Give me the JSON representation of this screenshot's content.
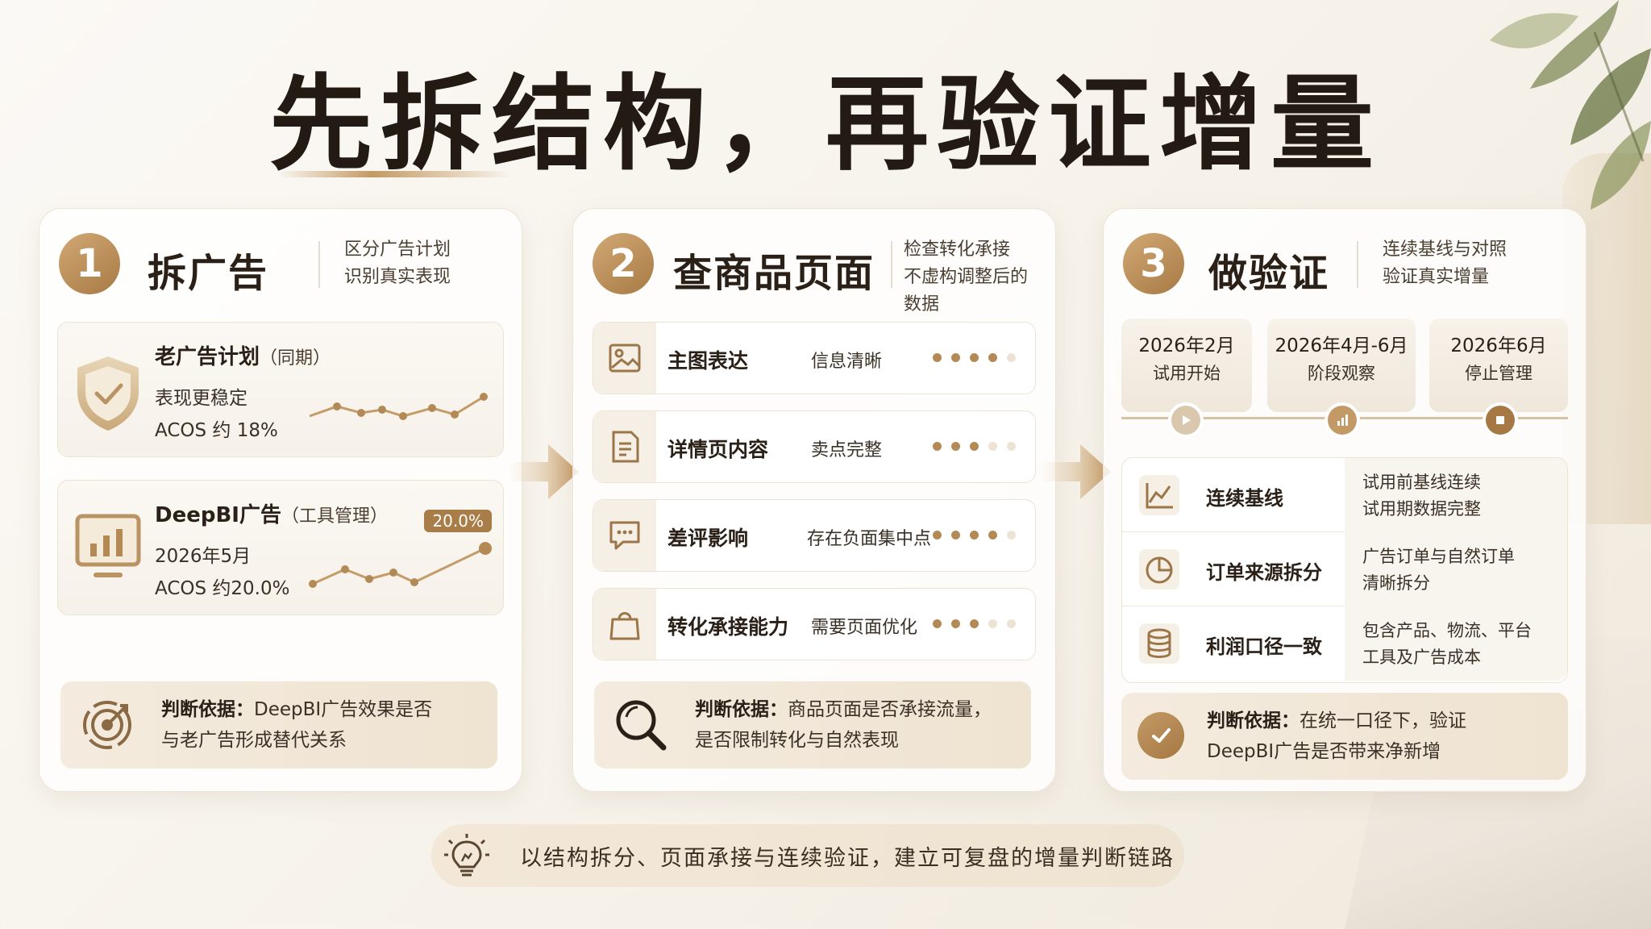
{
  "title": "先拆结构，再验证增量",
  "steps": [
    {
      "num": "1",
      "title": "拆广告",
      "desc1": "区分广告计划",
      "desc2": "识别真实表现",
      "old_ad": {
        "title": "老广告计划",
        "tag": "（同期）",
        "line1": "表现更稳定",
        "line2": "ACOS 约 18%"
      },
      "deepbi_ad": {
        "title": "DeepBI广告",
        "tag": "（工具管理）",
        "line1": "2026年5月",
        "line2": "ACOS 约20.0%",
        "badge": "20.0%"
      },
      "judge_label": "判断依据：",
      "judge_text1": "DeepBI广告效果是否",
      "judge_text2": "与老广告形成替代关系"
    },
    {
      "num": "2",
      "title": "查商品页面",
      "desc1": "检查转化承接",
      "desc2": "不虚构调整后的数据",
      "items": [
        {
          "label": "主图表达",
          "value": "信息清晰",
          "rating": 4
        },
        {
          "label": "详情页内容",
          "value": "卖点完整",
          "rating": 3
        },
        {
          "label": "差评影响",
          "value": "存在负面集中点",
          "rating": 4
        },
        {
          "label": "转化承接能力",
          "value": "需要页面优化",
          "rating": 3
        }
      ],
      "judge_label": "判断依据：",
      "judge_text1": "商品页面是否承接流量，",
      "judge_text2": "是否限制转化与自然表现"
    },
    {
      "num": "3",
      "title": "做验证",
      "desc1": "连续基线与对照",
      "desc2": "验证真实增量",
      "timeline": [
        {
          "date": "2026年2月",
          "label": "试用开始"
        },
        {
          "date": "2026年4月-6月",
          "label": "阶段观察"
        },
        {
          "date": "2026年6月",
          "label": "停止管理"
        }
      ],
      "checks": [
        {
          "label": "连续基线",
          "desc1": "试用前基线连续",
          "desc2": "试用期数据完整"
        },
        {
          "label": "订单来源拆分",
          "desc1": "广告订单与自然订单",
          "desc2": "清晰拆分"
        },
        {
          "label": "利润口径一致",
          "desc1": "包含产品、物流、平台",
          "desc2": "工具及广告成本"
        }
      ],
      "judge_label": "判断依据：",
      "judge_text1": "在统一口径下，验证",
      "judge_text2": "DeepBI广告是否带来净新增"
    }
  ],
  "bottom_text": "以结构拆分、页面承接与连续验证，建立可复盘的增量判断链路",
  "colors": {
    "accent": "#b38a55",
    "accent_dark": "#a67843",
    "text": "#2a2017"
  }
}
